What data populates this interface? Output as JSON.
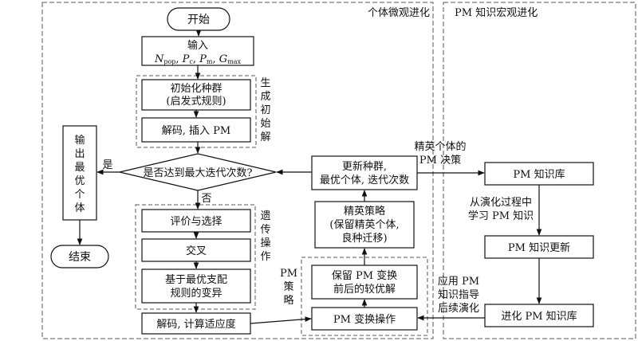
{
  "regions": {
    "micro": "个体微观进化",
    "macro": "PM 知识宏观进化"
  },
  "nodes": {
    "start": "开始",
    "input_title": "输入",
    "input_params": {
      "npop_base": "N",
      "npop_sub": "pop",
      "pc_base": "P",
      "pc_sub": "c",
      "pm_base": "P",
      "pm_sub": "m",
      "gmax_base": "G",
      "gmax_sub": "max"
    },
    "init_line1": "初始化种群",
    "init_line2": "(启发式规则)",
    "decode_insert": "解码, 插入 PM",
    "gen_init_label": [
      "生",
      "成",
      "初",
      "始",
      "解"
    ],
    "decision": "是否达到最大迭代次数?",
    "yes": "是",
    "no": "否",
    "output_label": [
      "输",
      "出",
      "最",
      "优",
      "个",
      "体"
    ],
    "end": "结束",
    "eval_select": "评价与选择",
    "crossover": "交叉",
    "mutation_line1": "基于最优支配",
    "mutation_line2": "规则的变异",
    "genetic_label": [
      "遗",
      "传",
      "操",
      "作"
    ],
    "decode_fitness": "解码, 计算适应度",
    "update_line1": "更新种群,",
    "update_line2": "最优个体, 迭代次数",
    "elite_line1": "精英策略",
    "elite_line2": "(保留精英个体,",
    "elite_line3": "良种迁移)",
    "keep_line1": "保留 PM 变换",
    "keep_line2": "前后的较优解",
    "pm_transform": "PM 变换操作",
    "pm_strategy_line1": "PM",
    "pm_strategy_line2": "策",
    "pm_strategy_line3": "略",
    "elite_decision_line1": "精英个体的",
    "elite_decision_line2": "PM 决策",
    "pm_kb": "PM 知识库",
    "learn_line1": "从演化过程中",
    "learn_line2": "学习 PM 知识",
    "pm_update": "PM 知识更新",
    "apply_line1": "应用 PM",
    "apply_line2": "知识指导",
    "apply_line3": "后续演化",
    "evolve_kb": "进化 PM 知识库"
  }
}
